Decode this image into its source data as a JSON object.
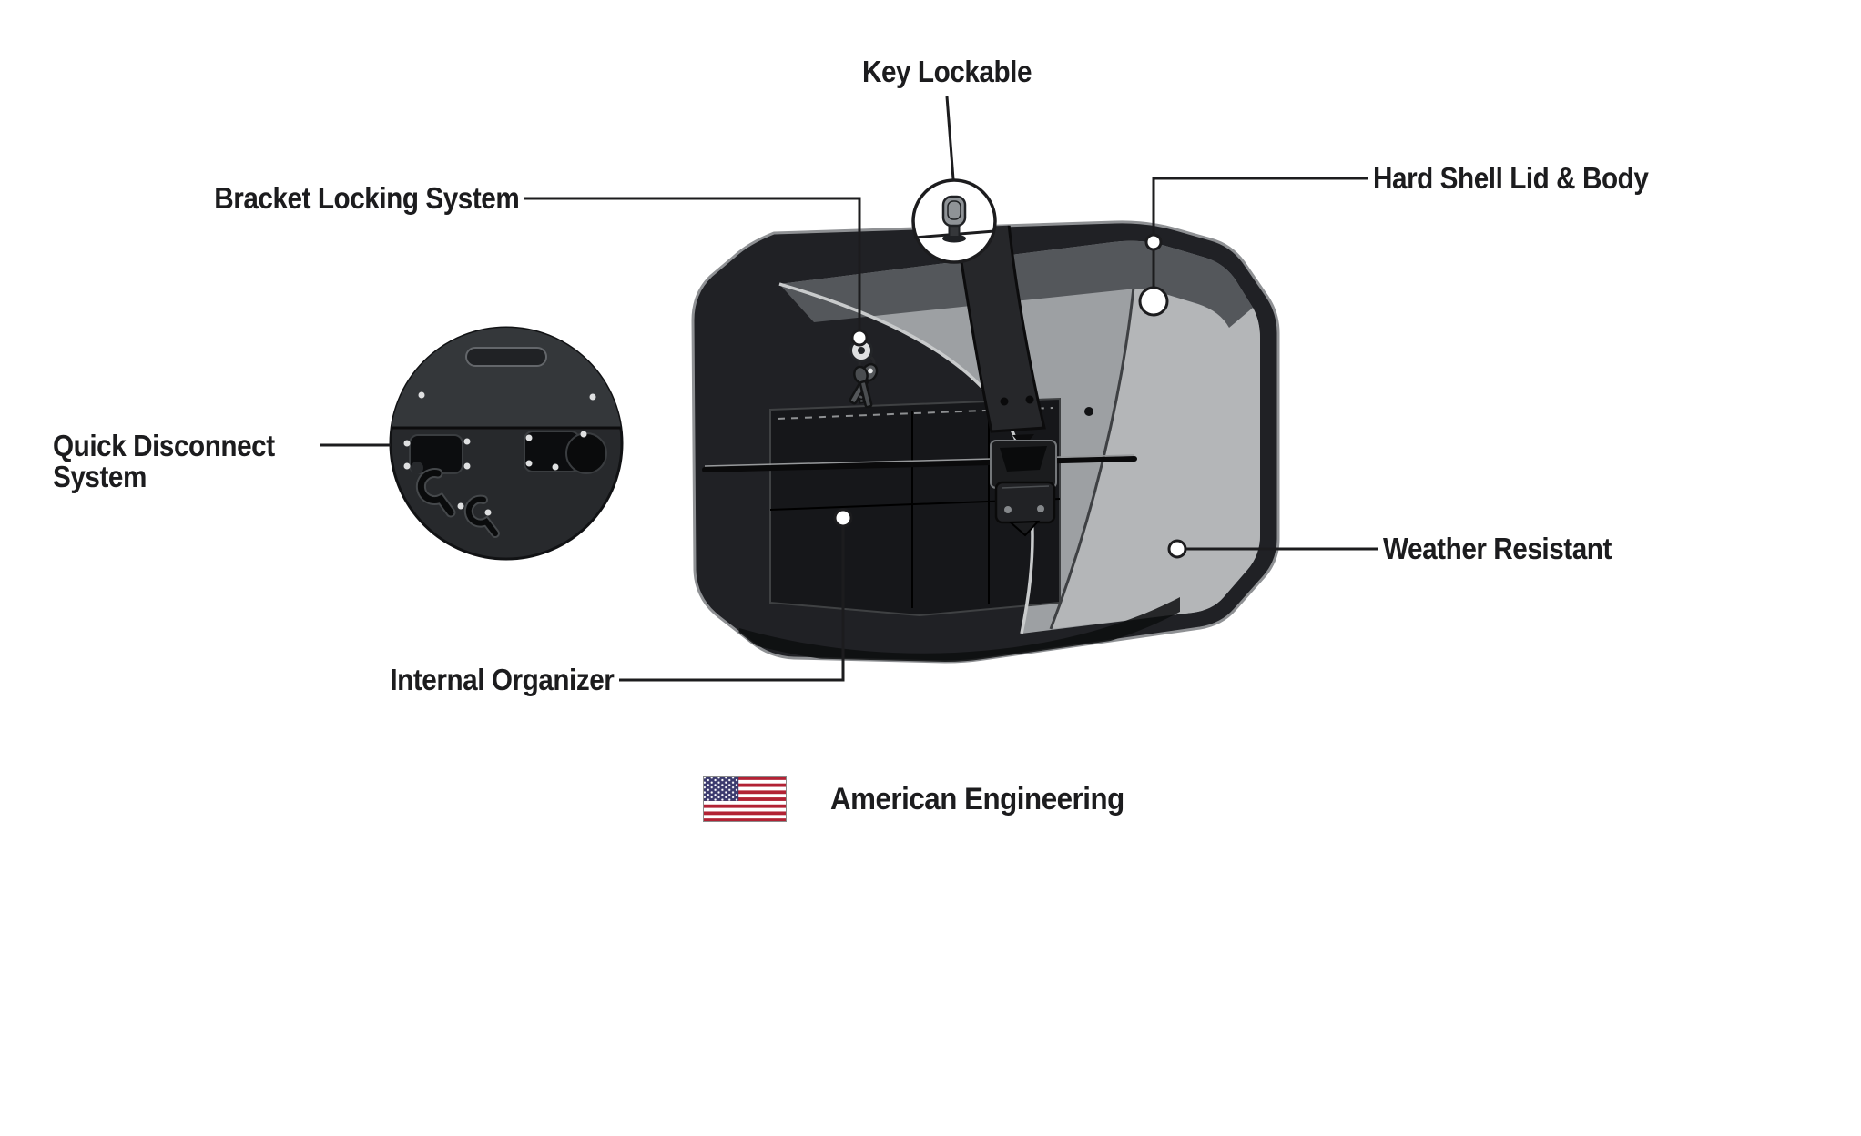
{
  "callouts": {
    "key_lockable": {
      "label": "Key Lockable"
    },
    "hard_shell": {
      "label": "Hard Shell Lid & Body"
    },
    "bracket_locking": {
      "label": "Bracket Locking System"
    },
    "quick_disconnect": {
      "line1": "Quick Disconnect",
      "line2": "System"
    },
    "weather_resistant": {
      "label": "Weather Resistant"
    },
    "internal_organizer": {
      "label": "Internal Organizer"
    }
  },
  "footer": {
    "label": "American Engineering"
  },
  "flag": {
    "red": "#B22234",
    "blue": "#3C3B6E",
    "white": "#FFFFFF"
  },
  "colors": {
    "line": "#1c1c1e",
    "text": "#1c1c1e",
    "bag_body": "#202125",
    "lid_grey": "#9da0a3"
  }
}
